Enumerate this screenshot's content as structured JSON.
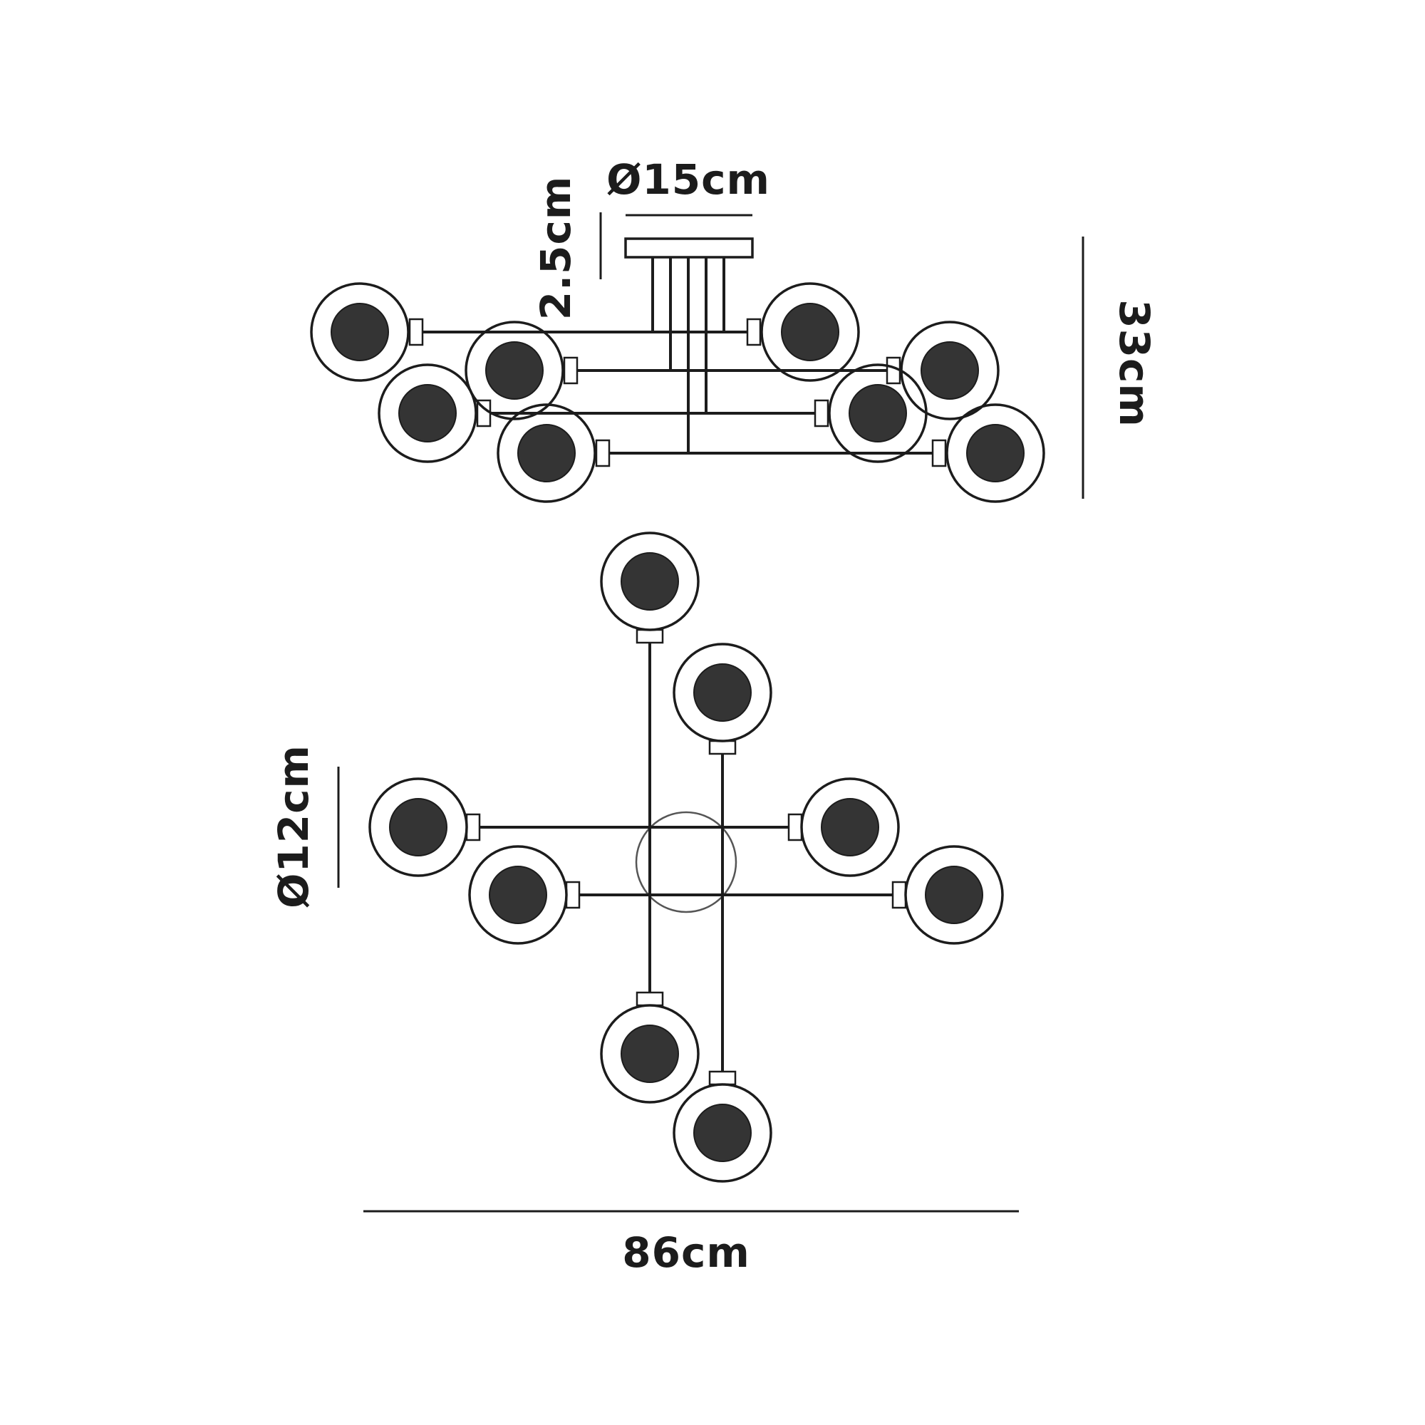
{
  "drawing": {
    "type": "lighting-fixture-dimension-diagram",
    "labels": {
      "canopy_diameter": "Ø15cm",
      "canopy_drop": "2.5cm",
      "overall_height": "33cm",
      "globe_diameter": "Ø12cm",
      "overall_width": "86cm"
    },
    "colors": {
      "line": "#1c1c1c",
      "sphere_fill": "#343434",
      "background": "#ffffff"
    },
    "counts": {
      "globes_side_view": 8,
      "globes_plan_view": 8
    }
  }
}
